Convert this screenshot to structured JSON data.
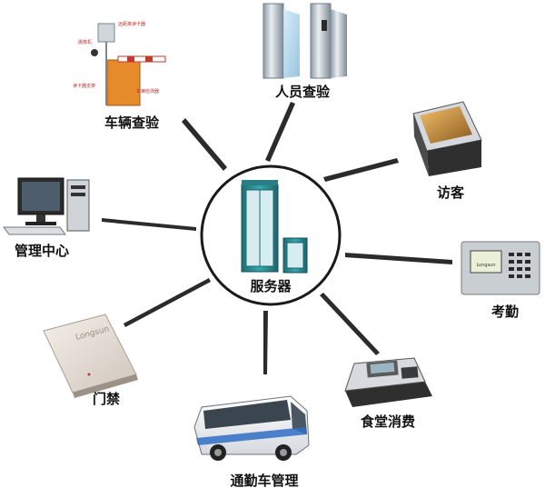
{
  "center": {
    "label": "服务器"
  },
  "nodes": {
    "vehicle": {
      "label": "车辆查验"
    },
    "personnel": {
      "label": "人员查验"
    },
    "visitor": {
      "label": "访客"
    },
    "attendance": {
      "label": "考勤"
    },
    "canteen": {
      "label": "食堂消费"
    },
    "bus": {
      "label": "通勤车管理"
    },
    "access": {
      "label": "门禁"
    },
    "control": {
      "label": "管理中心"
    }
  },
  "vehicle_annotations": {
    "reader_long": "远距离读卡器",
    "camera": "摄像机",
    "reader_bracket": "读卡器支架",
    "detector": "车辆检测器"
  },
  "brand": "Longsun",
  "colors": {
    "spoke": "#2b2b2b",
    "ring": "#1a1a1a",
    "cabinet": "#2e8f95",
    "turnstile": "#b9c3cb",
    "barrier_gate": "#e08a2a",
    "bus_body": "#f2f2f2",
    "bus_stripe": "#2f6fc4"
  }
}
